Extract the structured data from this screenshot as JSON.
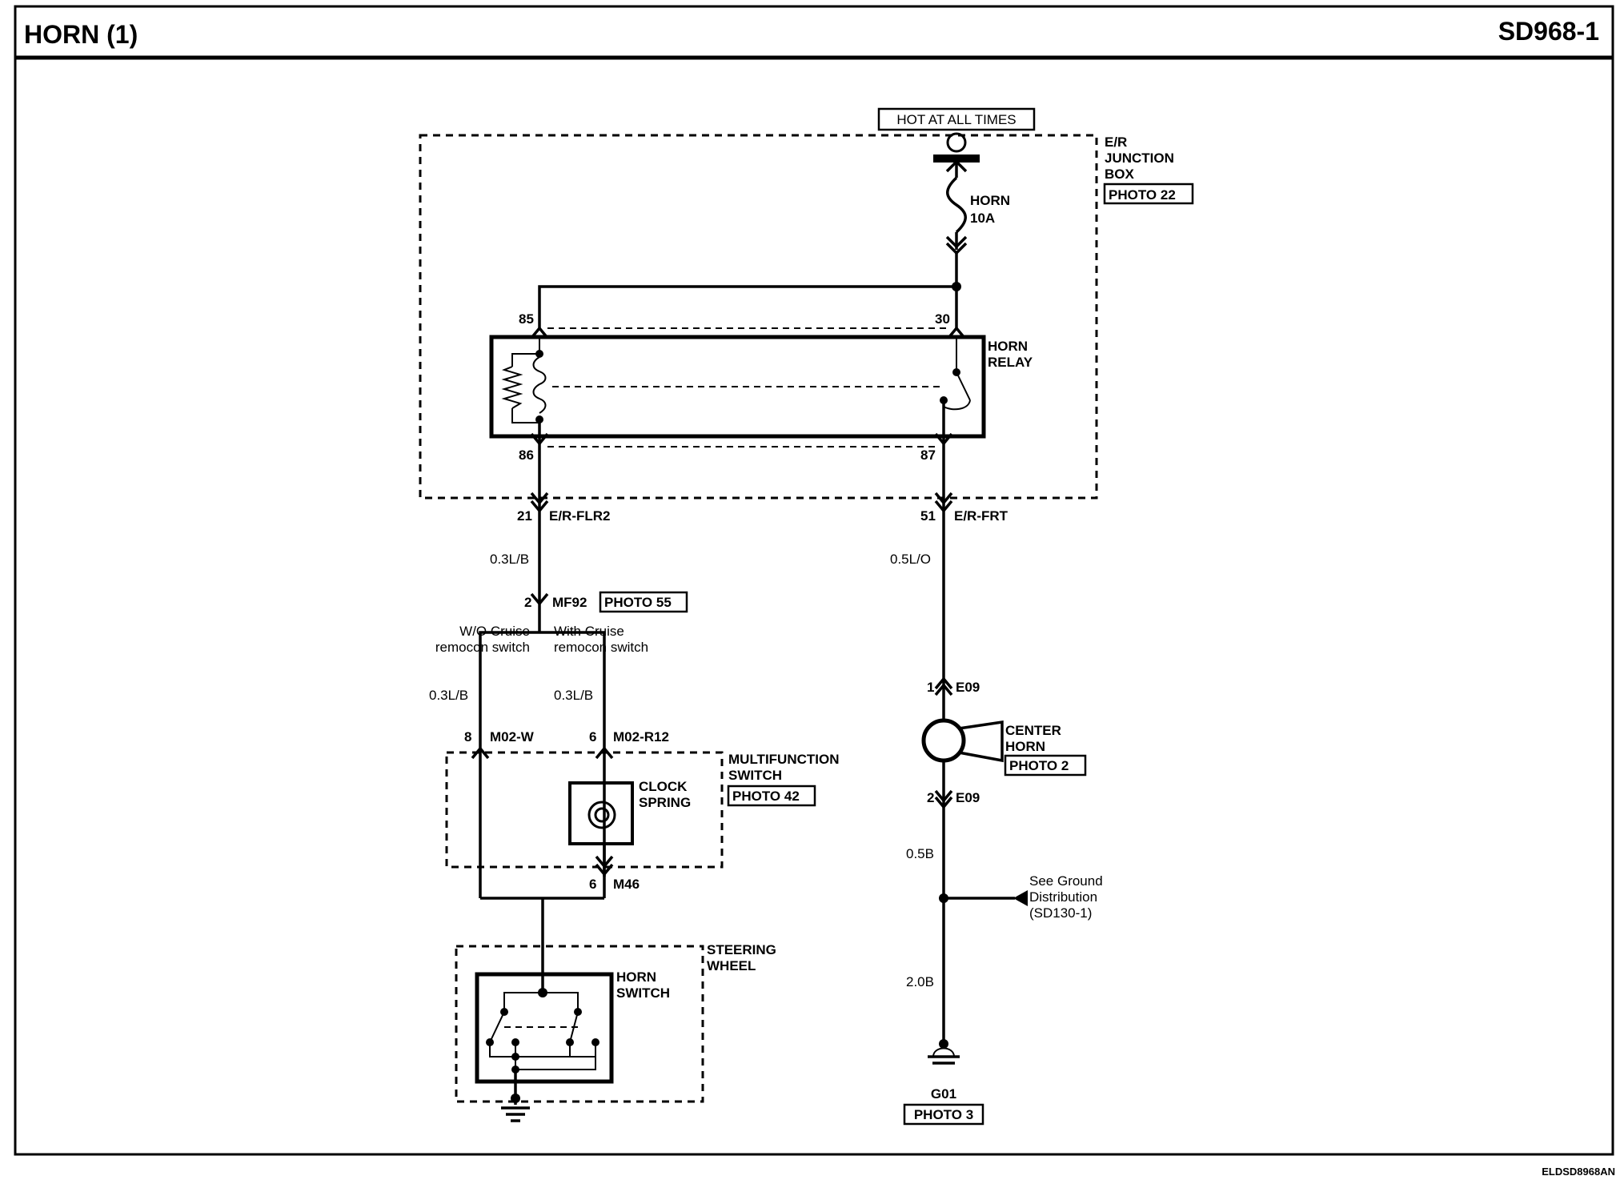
{
  "header": {
    "title": "HORN (1)",
    "code": "SD968-1"
  },
  "footer": {
    "code": "ELDSD8968AN"
  },
  "power": {
    "label": "HOT AT ALL TIMES"
  },
  "junction_box": {
    "name_line1": "E/R",
    "name_line2": "JUNCTION",
    "name_line3": "BOX",
    "photo": "PHOTO 22"
  },
  "fuse": {
    "name": "HORN",
    "rating": "10A"
  },
  "relay": {
    "name_line1": "HORN",
    "name_line2": "RELAY",
    "pin_85": "85",
    "pin_86": "86",
    "pin_30": "30",
    "pin_87": "87"
  },
  "left_branch": {
    "pin_21": "21",
    "conn_er_flr2": "E/R-FLR2",
    "wire_a": "0.3L/B",
    "pin_2": "2",
    "conn_mf92": "MF92",
    "photo_55": "PHOTO 55",
    "wo_cruise_1": "W/O Cruise",
    "wo_cruise_2": "remocon switch",
    "with_cruise_1": "With Cruise",
    "with_cruise_2": "remocon switch",
    "wire_b": "0.3L/B",
    "wire_c": "0.3L/B",
    "pin_8": "8",
    "conn_m02w": "M02-W",
    "pin_6a": "6",
    "conn_m02r12": "M02-R12",
    "mfs_line1": "MULTIFUNCTION",
    "mfs_line2": "SWITCH",
    "mfs_photo": "PHOTO 42",
    "clock_line1": "CLOCK",
    "clock_line2": "SPRING",
    "pin_6b": "6",
    "conn_m46": "M46",
    "steering_line1": "STEERING",
    "steering_line2": "WHEEL",
    "horn_switch_1": "HORN",
    "horn_switch_2": "SWITCH"
  },
  "right_branch": {
    "pin_51": "51",
    "conn_er_frt": "E/R-FRT",
    "wire_a": "0.5L/O",
    "pin_1": "1",
    "conn_e09a": "E09",
    "horn_line1": "CENTER",
    "horn_line2": "HORN",
    "horn_photo": "PHOTO 2",
    "pin_2": "2",
    "conn_e09b": "E09",
    "wire_b": "0.5B",
    "ground_dist_1": "See Ground",
    "ground_dist_2": "Distribution",
    "ground_dist_3": "(SD130-1)",
    "wire_c": "2.0B",
    "ground_name": "G01",
    "ground_photo": "PHOTO 3"
  }
}
